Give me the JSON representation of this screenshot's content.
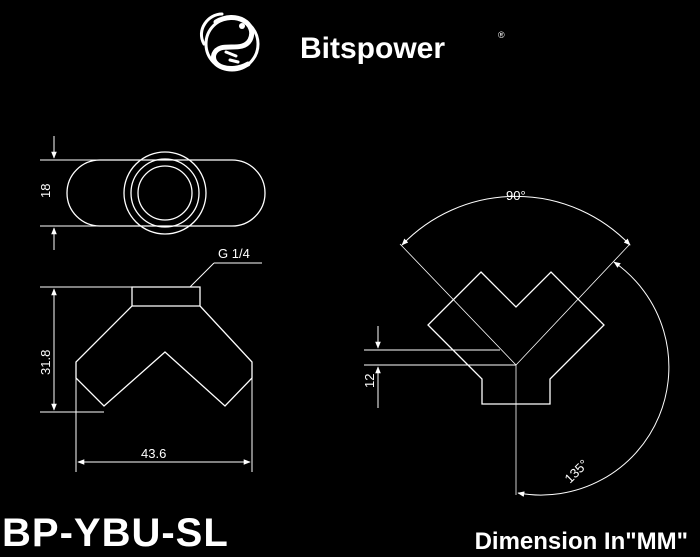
{
  "brand": {
    "name": "Bitspower",
    "trademark": "®",
    "logo_icon": "dragon-emblem-icon"
  },
  "product": {
    "model": "BP-YBU-SL",
    "unit_note": "Dimension In\"MM\""
  },
  "dimensions": {
    "top_view_height": "18",
    "thread": "G 1/4",
    "front_height": "31.8",
    "front_width": "43.6",
    "port_offset": "12",
    "angle_between_ports": "90°",
    "angle_to_bottom": "135°"
  },
  "colors": {
    "background": "#000000",
    "line": "#ffffff"
  }
}
